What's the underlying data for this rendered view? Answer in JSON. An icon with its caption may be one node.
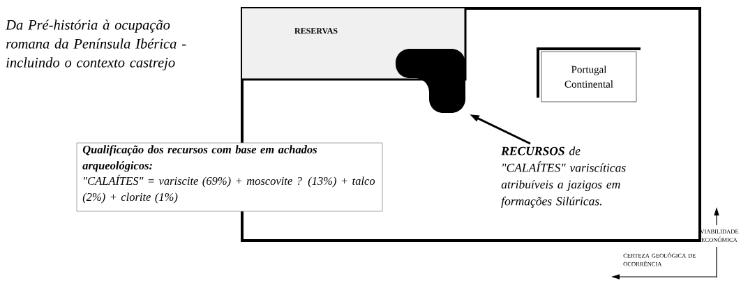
{
  "diagram": {
    "nodes": [
      {
        "text": [],
        "shape": "box"
      },
      {
        "text": [
          "RESERVAS"
        ],
        "in": 0
      },
      {
        "text": [],
        "shape": "bar",
        "in": 0
      },
      {
        "text": [
          "Portugal Continental"
        ],
        "in": 0
      },
      {
        "text": [
          "**RECURSOS** de \"CALAÍTES\" variscíticas atribuíveis a jazigos em formações Silúricas."
        ],
        "in": 0
      },
      {
        "text": [
          "Qualificação dos recursos com base em achados arqueológicos:",
          "\"CALAÍTES\" = variscite (69%) + moscovite ? (13%) + talco (2%) + clorite (1%)"
        ]
      }
    ],
    "edges": [
      {
        "from": 4,
        "to": 2,
        "arrow": "to"
      }
    ],
    "labels": [
      "Da Pré-história à ocupação romana da Península Ibérica - incluindo o contexto castrejo",
      "VIABILIDADE ECONÓMICA",
      "CERTEZA GEOLÓGICA DE OCORRÊNCIA"
    ]
  }
}
